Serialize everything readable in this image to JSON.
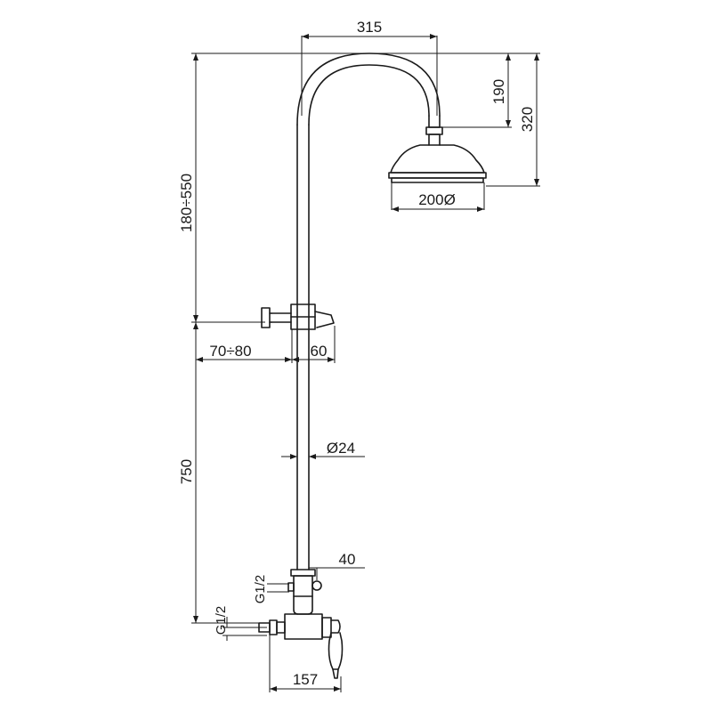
{
  "dimensions": {
    "arm_width": "315",
    "arm_rise": "190",
    "total_head_height": "320",
    "head_diameter": "200Ø",
    "column_extension": "180÷550",
    "bracket_offset": "70÷80",
    "bracket_projection": "60",
    "pipe_diameter": "Ø24",
    "mixer_height": "750",
    "outlet_offset": "40",
    "outlet_thread": "G1/2",
    "inlet_thread": "G1/2",
    "mixer_width": "157"
  }
}
